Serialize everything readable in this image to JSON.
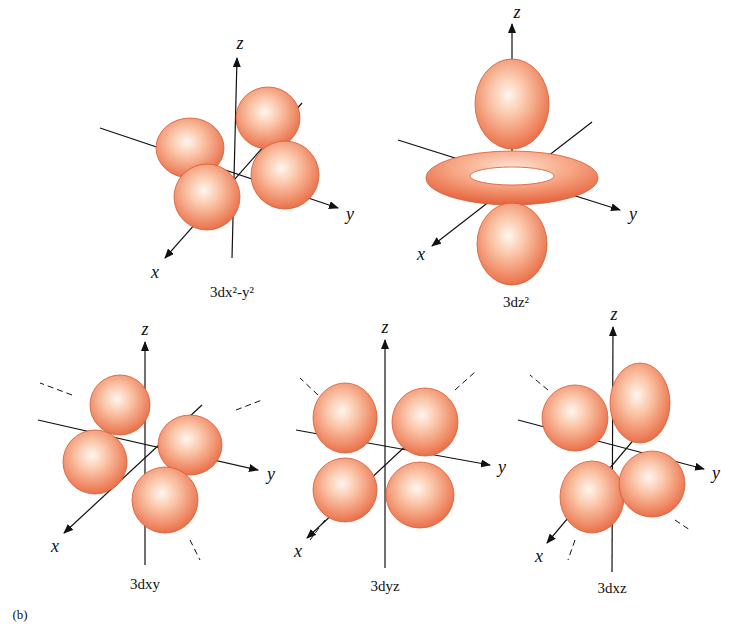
{
  "diagram": {
    "labels": [
      "z",
      "y",
      "x",
      "3dx²-y²",
      "z",
      "y",
      "x",
      "3dz²",
      "z",
      "y",
      "x",
      "3dxy",
      "z",
      "y",
      "x",
      "3dyz",
      "z",
      "y",
      "x",
      "3dxz",
      "(b)"
    ]
  }
}
